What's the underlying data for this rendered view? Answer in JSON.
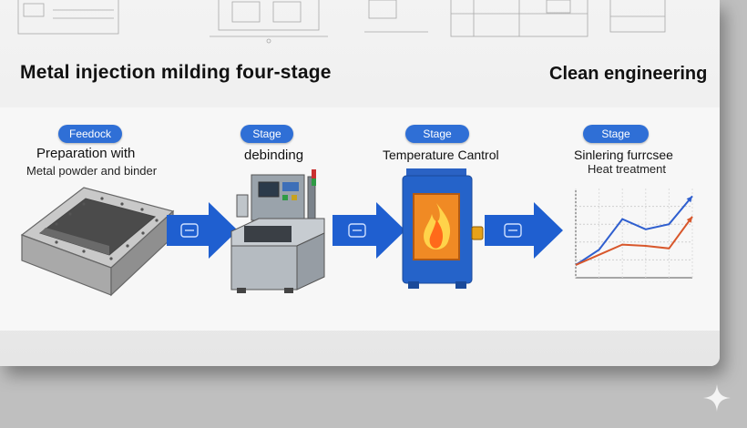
{
  "header": {
    "title_left": "Metal injection milding four-stage",
    "title_right": "Clean engineering"
  },
  "stages": [
    {
      "badge": "Feedock",
      "title": "Preparation with",
      "subtitle": "Metal powder and binder",
      "icon": "feedstock-tray-icon"
    },
    {
      "badge": "Stage",
      "title": "debinding",
      "subtitle": "",
      "icon": "debinding-machine-icon"
    },
    {
      "badge": "Stage",
      "title": "Temperature Cantrol",
      "subtitle": "",
      "icon": "furnace-flame-icon"
    },
    {
      "badge": "Stage",
      "title": "Sinlering furrcsee",
      "subtitle": "Heat treatment",
      "icon": "line-chart-icon"
    }
  ],
  "arrows": [
    "arrow-right-icon",
    "arrow-right-icon",
    "arrow-right-icon"
  ],
  "colors": {
    "accent": "#2f6fd6",
    "arrow": "#1f5fd0",
    "furnace": "#2563c9",
    "series_up": "#2f5fcf",
    "series_down": "#d8572b"
  },
  "chart_data": {
    "type": "line",
    "title": "",
    "xlabel": "",
    "ylabel": "",
    "x": [
      1,
      2,
      3,
      4,
      5,
      6
    ],
    "series": [
      {
        "values": [
          1.0,
          2.2,
          4.6,
          3.8,
          4.2,
          6.4
        ]
      },
      {
        "values": [
          1.0,
          1.8,
          2.6,
          2.5,
          2.3,
          4.8
        ]
      }
    ],
    "ylim": [
      0,
      7
    ],
    "grid": true
  }
}
